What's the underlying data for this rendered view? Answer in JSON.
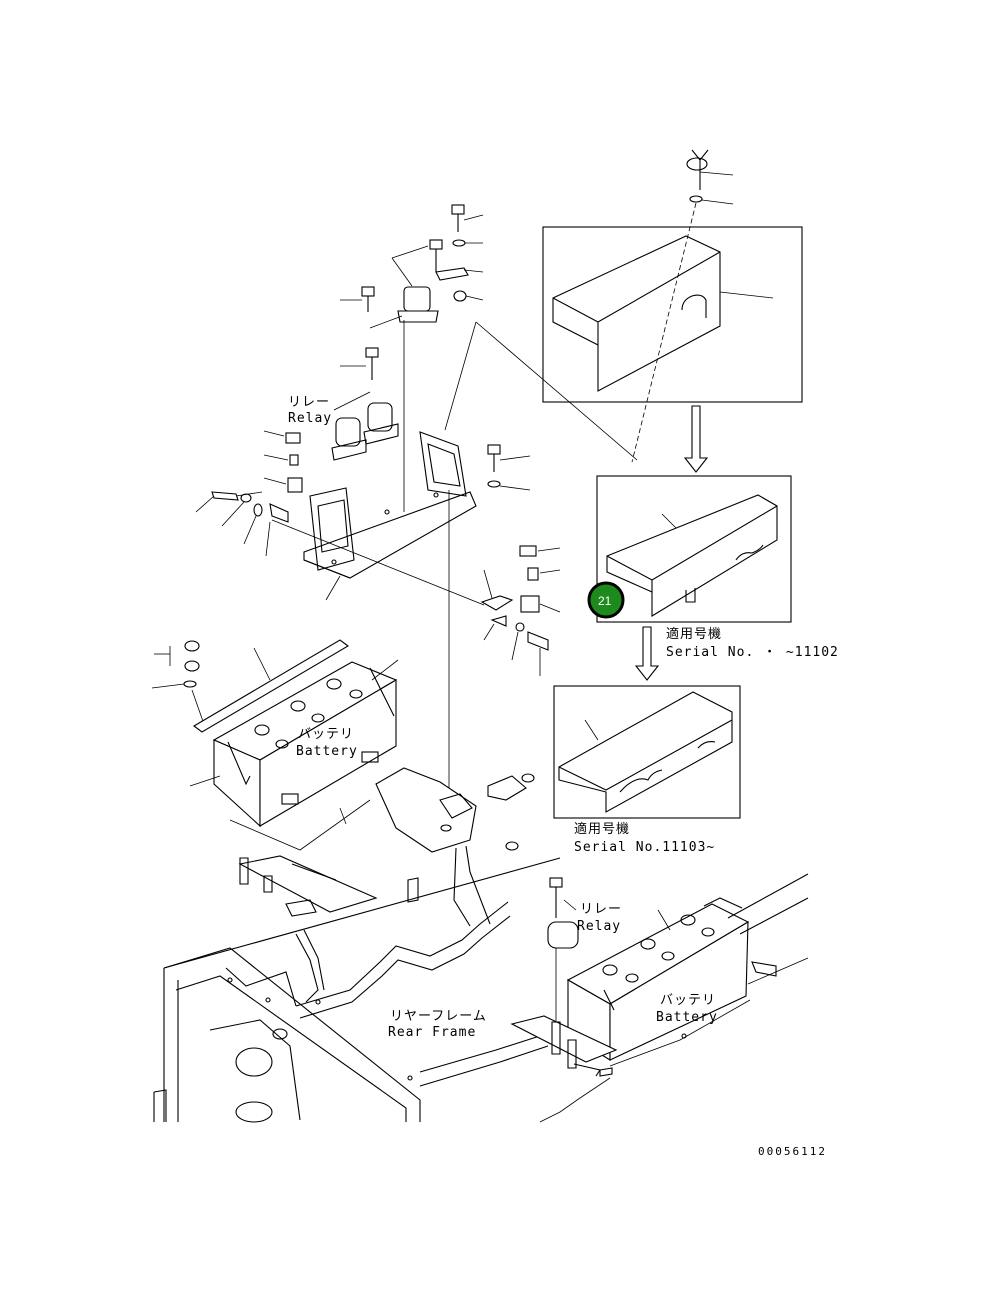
{
  "labels": {
    "relay_top_jp": "リレー",
    "relay_top_en": "Relay",
    "battery_left_jp": "バッテリ",
    "battery_left_en": "Battery",
    "serial_a_jp": "適用号機",
    "serial_a_en": "Serial No. ・ ~11102",
    "serial_b_jp": "適用号機",
    "serial_b_en": "Serial No.11103~",
    "relay_bottom_jp": "リレー",
    "relay_bottom_en": "Relay",
    "rear_frame_jp": "リヤーフレーム",
    "rear_frame_en": "Rear Frame",
    "battery_right_jp": "バッテリ",
    "battery_right_en": "Battery",
    "drawing_number": "00056112"
  },
  "callout": {
    "number": "21",
    "color": "#1e8a1e",
    "ring_color": "#000000"
  }
}
